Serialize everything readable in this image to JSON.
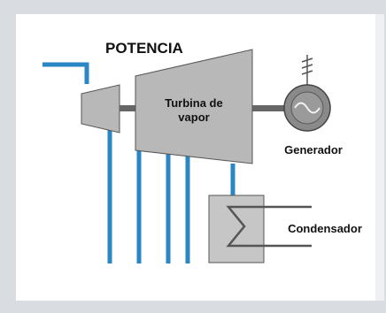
{
  "diagram": {
    "title": "POTENCIA",
    "turbine": {
      "label_line1": "Turbina de",
      "label_line2": "vapor"
    },
    "generator_label": "Generador",
    "condenser_label": "Condensador",
    "colors": {
      "pipe": "#2a86c4",
      "machine_fill": "#b8b8b8",
      "machine_stroke": "#555555",
      "panel_background": "#ffffff",
      "page_frame": "#d9dde1"
    }
  }
}
